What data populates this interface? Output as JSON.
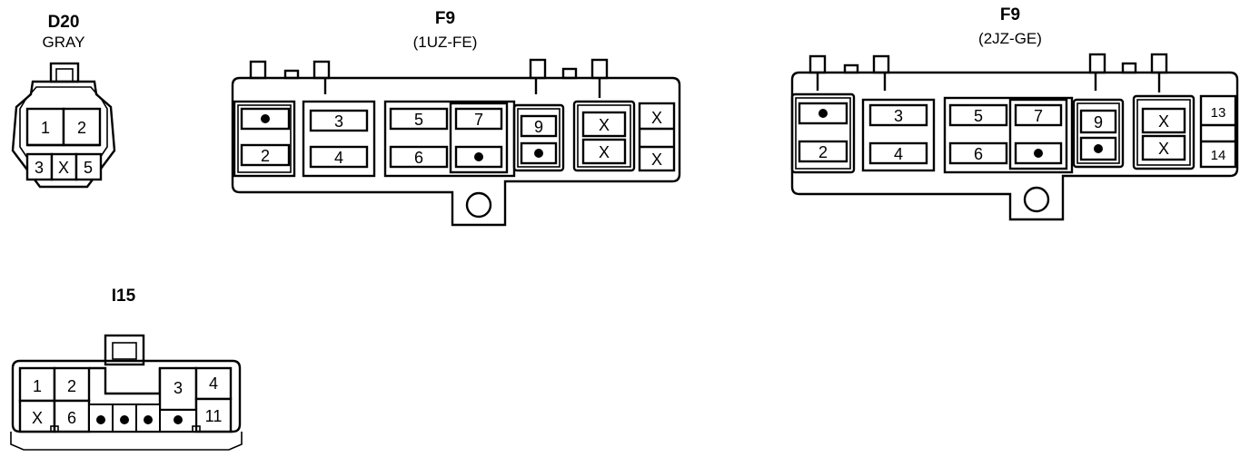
{
  "connectors": {
    "d20": {
      "name": "D20",
      "color": "GRAY",
      "pins": [
        "1",
        "2",
        "3",
        "X",
        "5"
      ]
    },
    "f9a": {
      "name": "F9",
      "engine": "(1UZ-FE)",
      "pins": [
        "3",
        "2",
        "5",
        "7",
        "4",
        "6",
        "9",
        "X",
        "X",
        "X",
        "X"
      ]
    },
    "f9b": {
      "name": "F9",
      "engine": "(2JZ-GE)",
      "pins": [
        "3",
        "2",
        "5",
        "7",
        "4",
        "6",
        "9",
        "X",
        "X",
        "13",
        "14"
      ]
    },
    "i15": {
      "name": "I15",
      "pins": [
        "1",
        "2",
        "3",
        "4",
        "X",
        "6",
        "11"
      ]
    }
  }
}
